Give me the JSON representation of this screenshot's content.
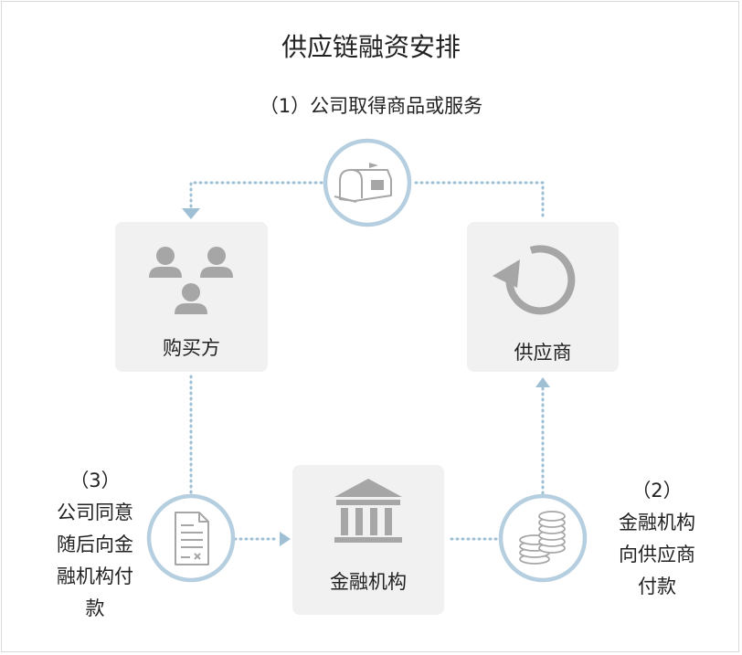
{
  "title": "供应链融资安排",
  "step1": "（1）公司取得商品或服务",
  "buyer": {
    "label": "购买方"
  },
  "supplier": {
    "label": "供应商"
  },
  "bank": {
    "label": "金融机构"
  },
  "step2": {
    "num": "（2）",
    "lines": [
      "金融机构",
      "向供应商",
      "付款"
    ]
  },
  "step3": {
    "num": "（3）",
    "lines": [
      "公司同意",
      "随后向金",
      "融机构付",
      "款"
    ]
  },
  "colors": {
    "accent": "#b5cfe0",
    "arrow": "#9ebfd4",
    "box": "#f1f1f1",
    "icon": "#a6a6a6"
  },
  "icons": [
    "mailbox-icon",
    "users-icon",
    "refresh-icon",
    "document-icon",
    "bank-icon",
    "coins-icon"
  ]
}
